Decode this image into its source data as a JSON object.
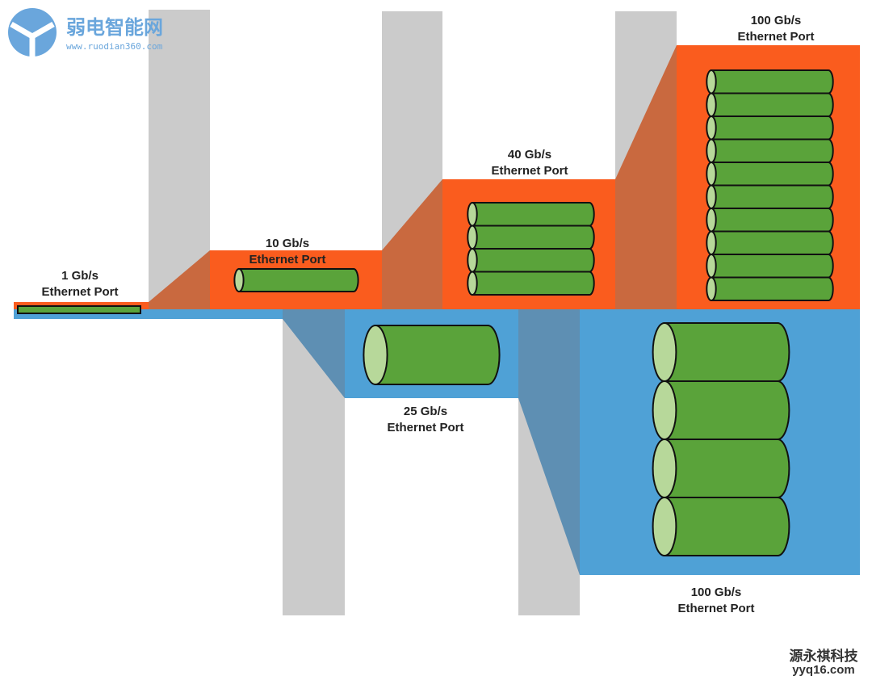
{
  "colors": {
    "orange": "#fa5c1e",
    "orange_shade": "#c9693f",
    "blue": "#4fa1d6",
    "blue_shade": "#5e8fb3",
    "gray": "#cbcbcb",
    "cable": "#5aa33a",
    "cable_end": "#b7d89a"
  },
  "logo": {
    "name": "弱电智能网",
    "url": "www.ruodian360.com"
  },
  "watermark": {
    "name": "源永祺科技",
    "url": "yyq16.com"
  },
  "ports": [
    {
      "id": "1g",
      "speed": "1 Gb/s",
      "label": "Ethernet Port",
      "lanes": 1
    },
    {
      "id": "10g",
      "speed": "10 Gb/s",
      "label": "Ethernet Port",
      "lanes": 1
    },
    {
      "id": "40g",
      "speed": "40 Gb/s",
      "label": "Ethernet Port",
      "lanes": 4
    },
    {
      "id": "100g-top",
      "speed": "100 Gb/s",
      "label": "Ethernet Port",
      "lanes": 10
    },
    {
      "id": "25g",
      "speed": "25 Gb/s",
      "label": "Ethernet Port",
      "lanes": 1
    },
    {
      "id": "100g-bottom",
      "speed": "100 Gb/s",
      "label": "Ethernet Port",
      "lanes": 4
    }
  ]
}
